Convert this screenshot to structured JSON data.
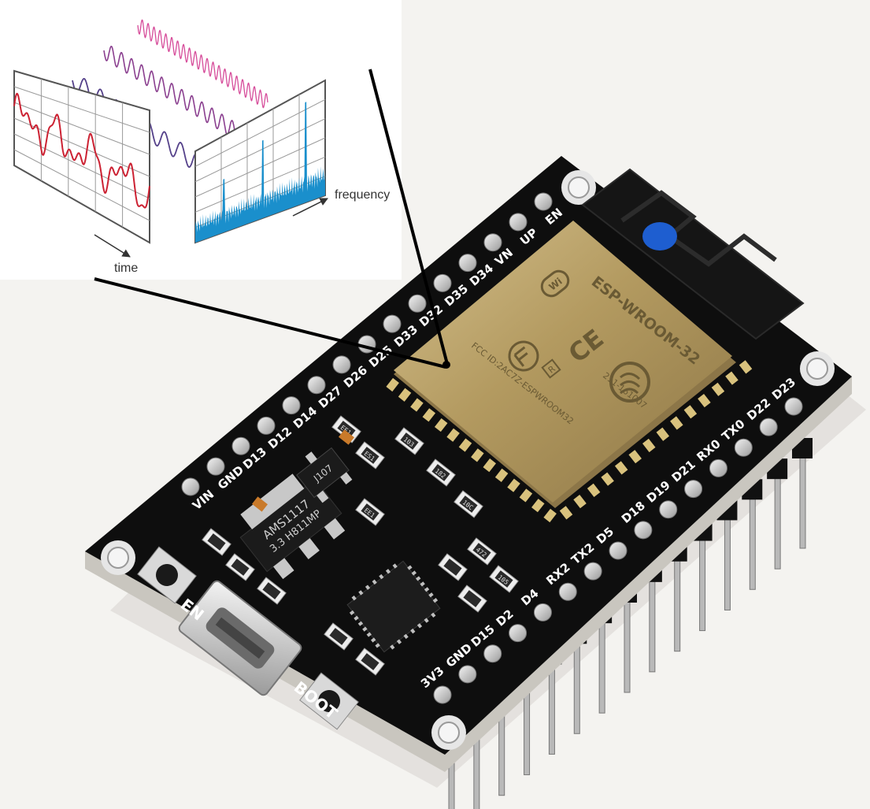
{
  "inset": {
    "time_label": "time",
    "frequency_label": "frequency"
  },
  "board": {
    "module_name": "ESP-WROOM-32",
    "module_fcc": "FCC ID:2AC7Z-ESPWROOM32",
    "module_code": "211-161007",
    "regulator_line1": "AMS1117",
    "regulator_line2": "3.3 H811MP",
    "transistor_label": "J107",
    "button_en_label": "EN",
    "button_boot_label": "BOOT",
    "left_header_pins": [
      "VIN",
      "GND",
      "D13",
      "D12",
      "D14",
      "D27",
      "D26",
      "D25",
      "D33",
      "D32",
      "D35",
      "D34",
      "VN",
      "UP",
      "EN"
    ],
    "right_header_pins": [
      "3V3",
      "GND",
      "D15",
      "D2",
      "D4",
      "RX2",
      "TX2",
      "D5",
      "D18",
      "D19",
      "D21",
      "RX0",
      "TX0",
      "D22",
      "D23"
    ],
    "smd_codes": [
      "EE1",
      "ES1",
      "103",
      "182",
      "10C",
      "EE1",
      "472",
      "105"
    ]
  },
  "colors": {
    "pcb": "#101010",
    "module_shield": "#b8a06a",
    "time_signal": "#cc2233",
    "spectrum": "#1a8fcc",
    "waves": [
      "#55418a",
      "#8a3f8f",
      "#d64c9a"
    ]
  },
  "icons": [
    "wifi-logo-icon",
    "ce-mark-icon",
    "espressif-logo-icon",
    "fcc-mark-icon",
    "arrow-right-icon"
  ]
}
